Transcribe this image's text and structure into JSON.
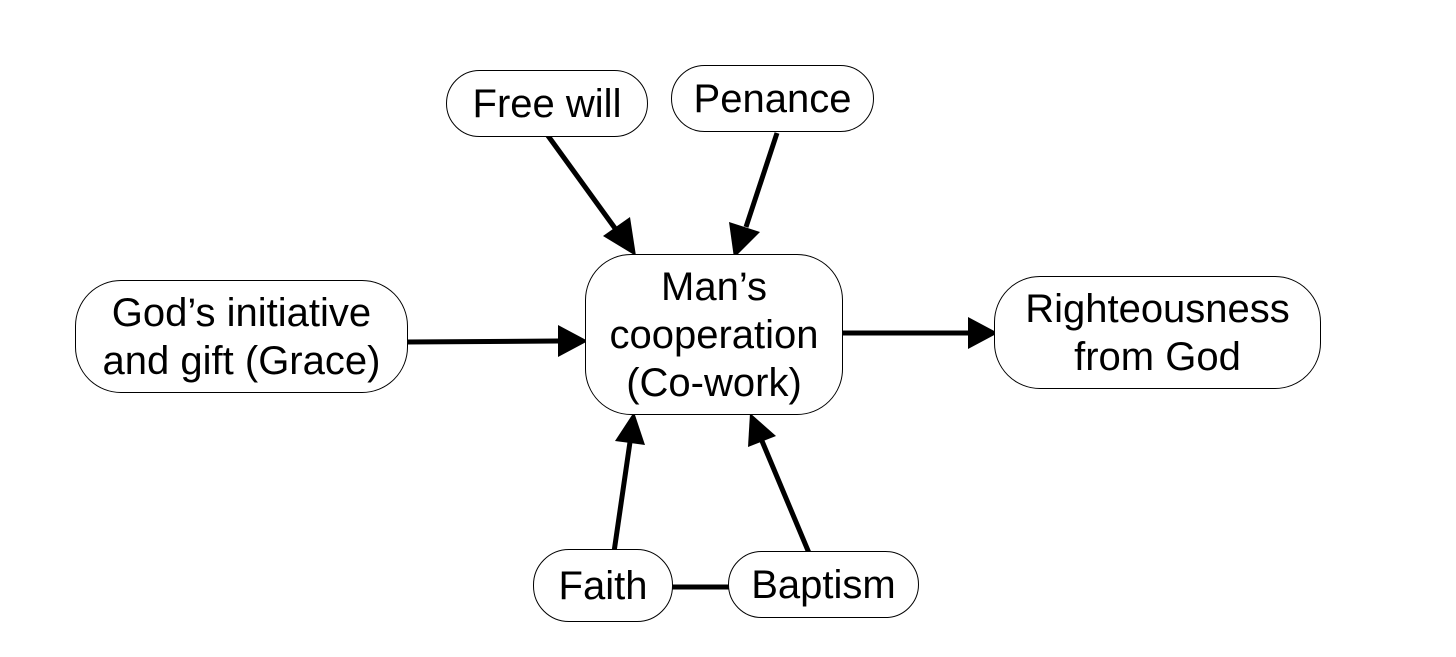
{
  "nodes": {
    "free_will": "Free will",
    "penance": "Penance",
    "gods_grace": "God’s initiative\nand gift (Grace)",
    "mans_cooperation": "Man’s\ncooperation\n(Co-work)",
    "righteousness": "Righteousness\nfrom God",
    "faith": "Faith",
    "baptism": "Baptism"
  },
  "colors": {
    "stroke": "#000000",
    "fill": "#ffffff"
  }
}
